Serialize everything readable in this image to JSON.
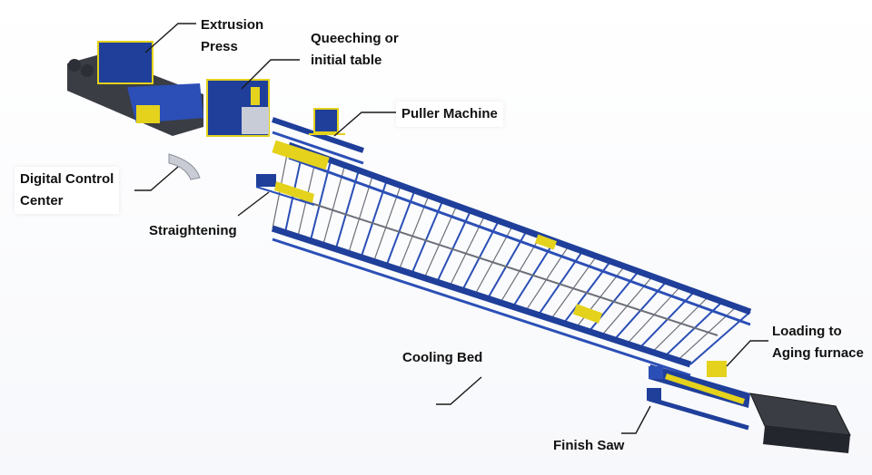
{
  "labels": {
    "extrusion_press": [
      "Extrusion",
      "Press"
    ],
    "quenching": [
      "Queeching or",
      "initial table"
    ],
    "puller": "Puller Machine",
    "digital_control": [
      "Digital Control",
      "Center"
    ],
    "straightening": "Straightening",
    "cooling_bed": "Cooling Bed",
    "loading_aging": [
      "Loading to",
      "Aging furnace"
    ],
    "finish_saw": "Finish Saw"
  },
  "colors": {
    "machine_blue": "#1f3f9a",
    "frame_blue": "#2b4fb6",
    "accent_yellow": "#e4d21c",
    "leader_line": "#1a1a1a",
    "roller_grey": "#6b6f78"
  }
}
